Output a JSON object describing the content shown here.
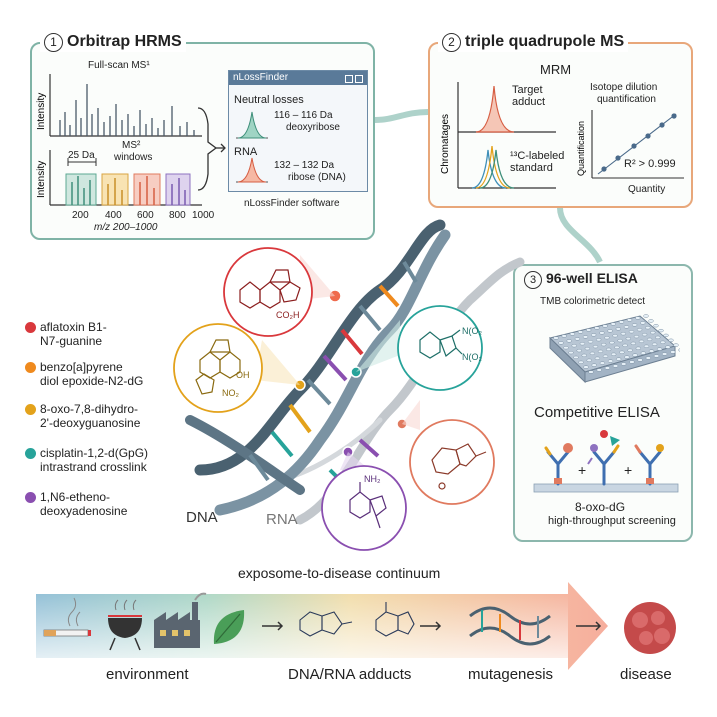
{
  "panel1": {
    "num": "1",
    "title": "Orbitrap HRMS",
    "fullscan": "Full-scan MS¹",
    "intensity": "Intensity",
    "ms2_windows_line1": "MS²",
    "ms2_windows_line2": "windows",
    "window_width": "25 Da",
    "axis_ticks": [
      "200",
      "400",
      "600",
      "800",
      "1000"
    ],
    "mz_label": "m/z 200–1000",
    "nloss": {
      "window_title": "nLossFinder",
      "neutral_losses": "Neutral losses",
      "peak1_line1": "116 – 116 Da",
      "peak1_line2": "deoxyribose",
      "rna": "RNA",
      "peak2_line1": "132 – 132 Da",
      "peak2_line2": "ribose (DNA)",
      "software": "nLossFinder software"
    }
  },
  "panel2": {
    "num": "2",
    "title": "triple quadrupole MS",
    "mrm": "MRM",
    "chromatages": "Chromatages",
    "target_line1": "Target",
    "target_line2": "adduct",
    "labeled_line1": "¹³C-labeled",
    "labeled_line2": "standard",
    "isotope_line1": "Isotope dilution",
    "isotope_line2": "quantification",
    "quantification": "Quantification",
    "r2": "R² > 0.999",
    "quantity": "Quantity"
  },
  "panel3": {
    "num": "3",
    "title": "96-well ELISA",
    "tmb": "TMB colorimetric detect",
    "competitive": "Competitive ELISA",
    "plus": "+",
    "oxo": "8-oxo-dG",
    "screening": "high-throughput screening"
  },
  "legend": [
    {
      "line1": "aflatoxin B1-",
      "line2": "N7-guanine",
      "color": "#d9383c"
    },
    {
      "line1": "benzo[a]pyrene",
      "line2": "diol epoxide-N2-dG",
      "color": "#ef8a1e"
    },
    {
      "line1": "8-oxo-7,8-dihydro-",
      "line2": "2'-deoxyguanosine",
      "color": "#e3a21b"
    },
    {
      "line1": "cisplatin-1,2-d(GpG)",
      "line2": "intrastrand crosslink",
      "color": "#27a39a"
    },
    {
      "line1": "1,N6-etheno-",
      "line2": "deoxyadenosine",
      "color": "#8a4fb0"
    }
  ],
  "molecules": {
    "co2h": "CO₂H",
    "oh": "OH",
    "no2": "NO₂",
    "no2a": "N(O₂",
    "no2b": "N(O₂",
    "nh2": "NH₂"
  },
  "helix": {
    "dna": "DNA",
    "rna": "RNA"
  },
  "continuum": {
    "title": "exposome-to-disease continuum",
    "environment": "environment",
    "adducts": "DNA/RNA adducts",
    "mutagenesis": "mutagenesis",
    "disease": "disease"
  },
  "colors": {
    "panel_border": "#7fb3a6",
    "panel2_border": "#e8a77a",
    "arrow_start": "#3f8fb8",
    "arrow_end": "#ef6b4d"
  }
}
